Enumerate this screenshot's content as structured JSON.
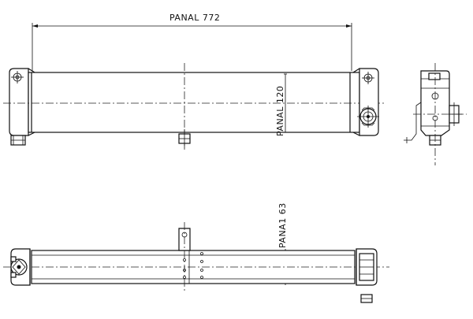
{
  "labels": {
    "width_dim": "PANAL 772",
    "height_dim": "PANAL 120",
    "depth_dim": "PANA1 63"
  }
}
